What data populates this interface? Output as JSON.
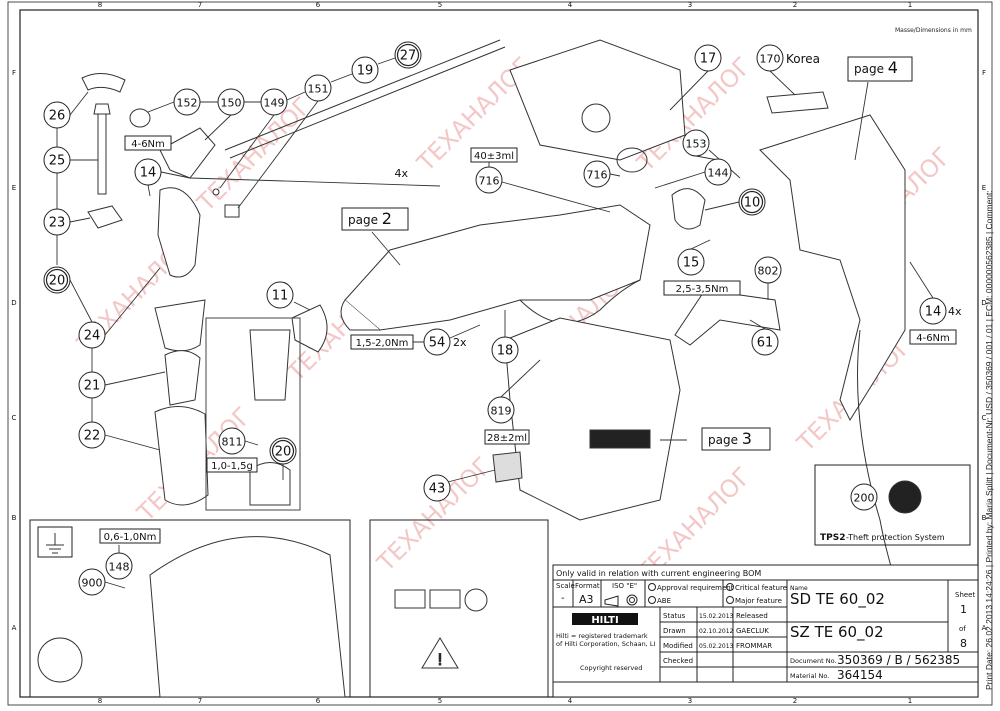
{
  "dimensions_note": "Masse/Dimensions in mm",
  "zones": {
    "columns": [
      "8",
      "7",
      "6",
      "5",
      "4",
      "3",
      "2",
      "1"
    ],
    "rows": [
      "F",
      "E",
      "D",
      "C",
      "B",
      "A"
    ]
  },
  "watermark": "ТЕХАНАЛОГ",
  "callouts": [
    "26",
    "25",
    "23",
    "20",
    "24",
    "21",
    "22",
    "152",
    "150",
    "149",
    "151",
    "19",
    "27",
    "14",
    "716",
    "17",
    "170",
    "716",
    "153",
    "144",
    "10",
    "15",
    "802",
    "14",
    "11",
    "54",
    "18",
    "61",
    "819",
    "811",
    "20",
    "43",
    "200",
    "148",
    "900"
  ],
  "korea_label": "Korea",
  "page_refs": [
    {
      "word": "page",
      "num": "2"
    },
    {
      "word": "page",
      "num": "3"
    },
    {
      "word": "page",
      "num": "4"
    }
  ],
  "specs": [
    "4-6Nm",
    "40±3ml",
    "2,5-3,5Nm",
    "4-6Nm",
    "1,5-2,0Nm",
    "28±2ml",
    "1,0-1,5g",
    "0,6-1,0Nm"
  ],
  "quantities": [
    "4x",
    "4x",
    "2x"
  ],
  "tps": {
    "label": "TPS2",
    "desc": "-Theft protection System"
  },
  "title_block": {
    "note": "Only valid in relation with current engineering BOM",
    "scale_label": "Scale",
    "scale_value": "-",
    "format_label": "Format",
    "format_value": "A3",
    "iso_label": "ISO \"E\"",
    "approval": "Approval requirement",
    "abe": "ABE",
    "critical": "Critical feature",
    "major": "Major feature",
    "brand": "HILTI",
    "trademark_1": "Hilti = registered trademark",
    "trademark_2": "of Hilti Corporation, Schaan, LI",
    "copyright": "Copyright reserved",
    "rows": [
      {
        "label": "Status",
        "date": "15.02.2013",
        "who": "Released"
      },
      {
        "label": "Drawn",
        "date": "02.10.2012",
        "who": "GAECLUK"
      },
      {
        "label": "Modified",
        "date": "05.02.2013",
        "who": "FROMMAR"
      },
      {
        "label": "Checked",
        "date": "",
        "who": ""
      }
    ],
    "name_label": "Name",
    "name_1": "SD TE 60_02",
    "name_2": "SZ TE 60_02",
    "sheet_label": "Sheet",
    "sheet_num": "1",
    "of_label": "of",
    "sheet_total": "8",
    "doc_label": "Document No.",
    "doc_value": "350369 / B / 562385",
    "mat_label": "Material No.",
    "mat_value": "364154"
  },
  "print_info": "Print Date: 26.02.2013 14:24:26 | Printed by: Maria Splitt | Document-Nr: USD / 350369 / 001 / 01 | ECM: 000000562385 | Comment:"
}
